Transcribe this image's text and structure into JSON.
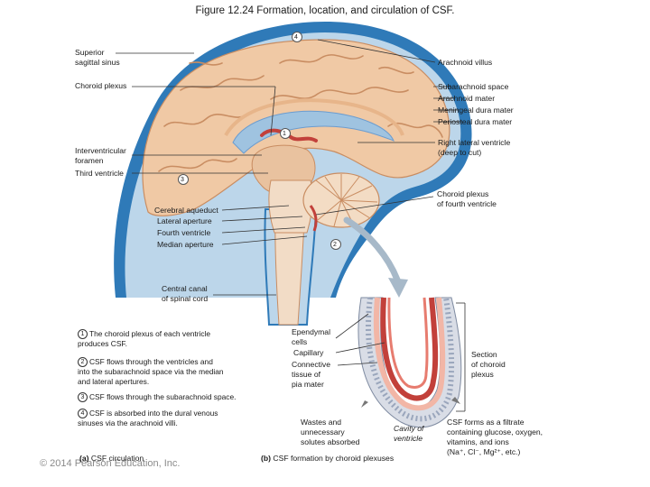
{
  "title": "Figure 12.24  Formation, location, and circulation of CSF.",
  "labels_left": {
    "superior_sagittal_sinus": [
      "Superior",
      "sagittal sinus"
    ],
    "choroid_plexus": "Choroid plexus",
    "interventricular_foramen": [
      "Interventricular",
      "foramen"
    ],
    "third_ventricle": "Third ventricle",
    "cerebral_aqueduct": "Cerebral aqueduct",
    "lateral_aperture": "Lateral aperture",
    "fourth_ventricle": "Fourth ventricle",
    "median_aperture": "Median aperture",
    "central_canal": [
      "Central canal",
      "of spinal cord"
    ]
  },
  "labels_right": {
    "arachnoid_villus": "Arachnoid villus",
    "subarachnoid_space": "Subarachnoid space",
    "arachnoid_mater": "Arachnoid mater",
    "meningeal_dura": "Meningeal dura mater",
    "periosteal_dura": "Periosteal dura mater",
    "right_lateral_ventricle": [
      "Right lateral ventricle",
      "(deep to cut)"
    ],
    "choroid_plexus_fourth": [
      "Choroid plexus",
      "of fourth ventricle"
    ]
  },
  "inset_labels": {
    "ependymal_cells": [
      "Ependymal",
      "cells"
    ],
    "capillary": "Capillary",
    "connective_tissue": [
      "Connective",
      "tissue of",
      "pia mater"
    ],
    "section_choroid": [
      "Section",
      "of choroid",
      "plexus"
    ],
    "wastes": [
      "Wastes and",
      "unnecessary",
      "solutes absorbed"
    ],
    "cavity": [
      "Cavity of",
      "ventricle"
    ],
    "csf_filtrate": [
      "CSF forms as a filtrate",
      "containing glucose, oxygen,",
      "vitamins, and ions",
      "(Na⁺, Cl⁻, Mg²⁺, etc.)"
    ]
  },
  "steps": [
    {
      "num": "1",
      "lines": [
        "The choroid plexus of each ventricle",
        "produces CSF."
      ]
    },
    {
      "num": "2",
      "lines": [
        "CSF flows through the ventricles and",
        "into the subarachnoid space via the median",
        "and lateral apertures."
      ]
    },
    {
      "num": "3",
      "lines": [
        "CSF flows through the subarachnoid space."
      ]
    },
    {
      "num": "4",
      "lines": [
        "CSF is absorbed into the dural venous",
        "sinuses via the arachnoid villi."
      ]
    }
  ],
  "markers": [
    "1",
    "2",
    "3",
    "4"
  ],
  "caption_a": {
    "letter": "(a)",
    "text": "CSF circulation"
  },
  "caption_b": {
    "letter": "(b)",
    "text": "CSF formation by choroid plexuses"
  },
  "copyright": "© 2014 Pearson Education, Inc.",
  "colors": {
    "dura": "#2f7ab8",
    "csf": "#bcd6ea",
    "brain": "#f0c9a5",
    "gyrus_line": "#c98d62",
    "plexus": "#c2403a",
    "step_text": "#2a4f7a"
  }
}
